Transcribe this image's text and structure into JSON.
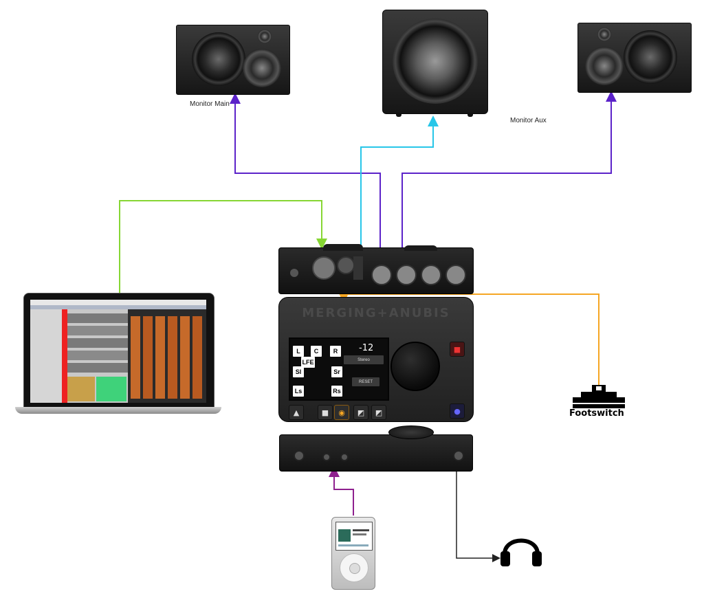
{
  "labels": {
    "monitor_main": "Monitor Main",
    "monitor_aux": "Monitor Aux",
    "footswitch": "Footswitch"
  },
  "anubis": {
    "brand": "MERGING+ANUBIS",
    "level": "-12",
    "channels": [
      "L",
      "C",
      "R",
      "LFE",
      "Sl",
      "Sr",
      "Ls",
      "Rs"
    ],
    "screen_rows": [
      "Stereo",
      "RESET"
    ]
  },
  "connections": [
    {
      "from": "anubis",
      "to": "monitor-main",
      "color": "#5b22c9"
    },
    {
      "from": "anubis",
      "to": "subwoofer",
      "color": "#27c6e8"
    },
    {
      "from": "anubis",
      "to": "monitor-aux",
      "color": "#5b22c9"
    },
    {
      "from": "laptop",
      "to": "anubis",
      "color": "#86d633"
    },
    {
      "from": "footswitch",
      "to": "anubis",
      "color": "#f5a623"
    },
    {
      "from": "ipod",
      "to": "headphone-extension",
      "color": "#8e1f8e"
    },
    {
      "from": "headphone-extension",
      "to": "headphones",
      "color": "#222222"
    }
  ],
  "icons": [
    "speaker-icon",
    "subwoofer-icon",
    "laptop-icon",
    "footswitch-icon",
    "ipod-icon",
    "headphones-icon"
  ]
}
